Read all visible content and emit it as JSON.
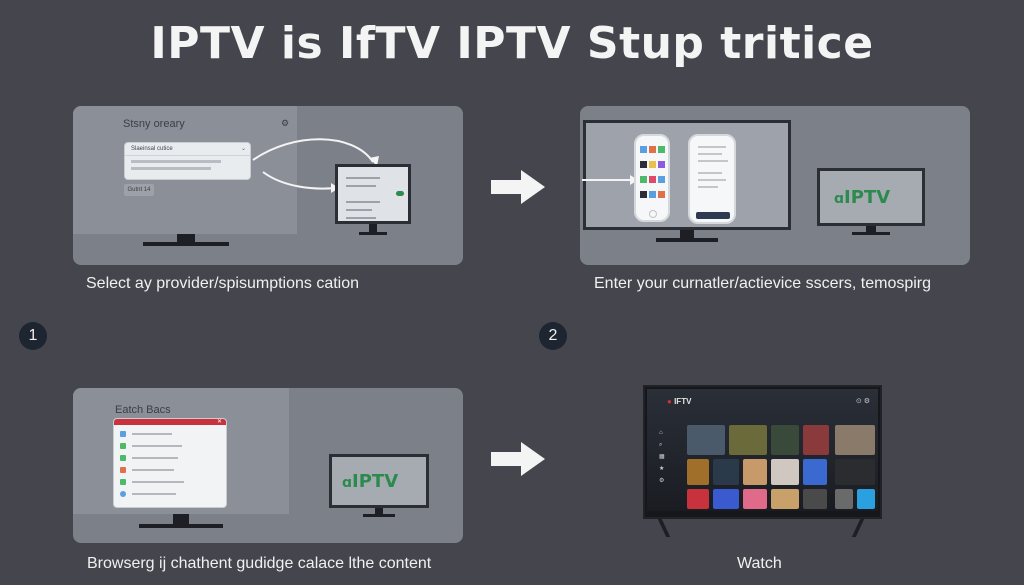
{
  "title": "IPTV is IfTV IPTV Stup tritice",
  "steps": [
    {
      "number": "1",
      "caption": "Select ay provider/spisumptions cation",
      "screen_heading": "Stsny oreary",
      "dialog_header": "Slaeinsal cutice",
      "button_label": "Gutnt 14"
    },
    {
      "number": "2",
      "caption": "Enter your curnatler/actievice sscers, temospirg",
      "logo": "IPTV",
      "logo_prefix": "ɑ"
    },
    {
      "caption": "Browserg ij chathent gudidge calace lthe content",
      "screen_heading": "Eatch Bacs",
      "logo": "IPTV",
      "logo_prefix": "ɑ"
    },
    {
      "caption": "Watch",
      "brand": "IFTV"
    }
  ],
  "icons": {
    "arrow": "arrow-right-icon"
  },
  "colors": {
    "background": "#45464d",
    "panel": "#7c8189",
    "accent_green": "#2d8a4f",
    "accent_red": "#c8323c"
  }
}
